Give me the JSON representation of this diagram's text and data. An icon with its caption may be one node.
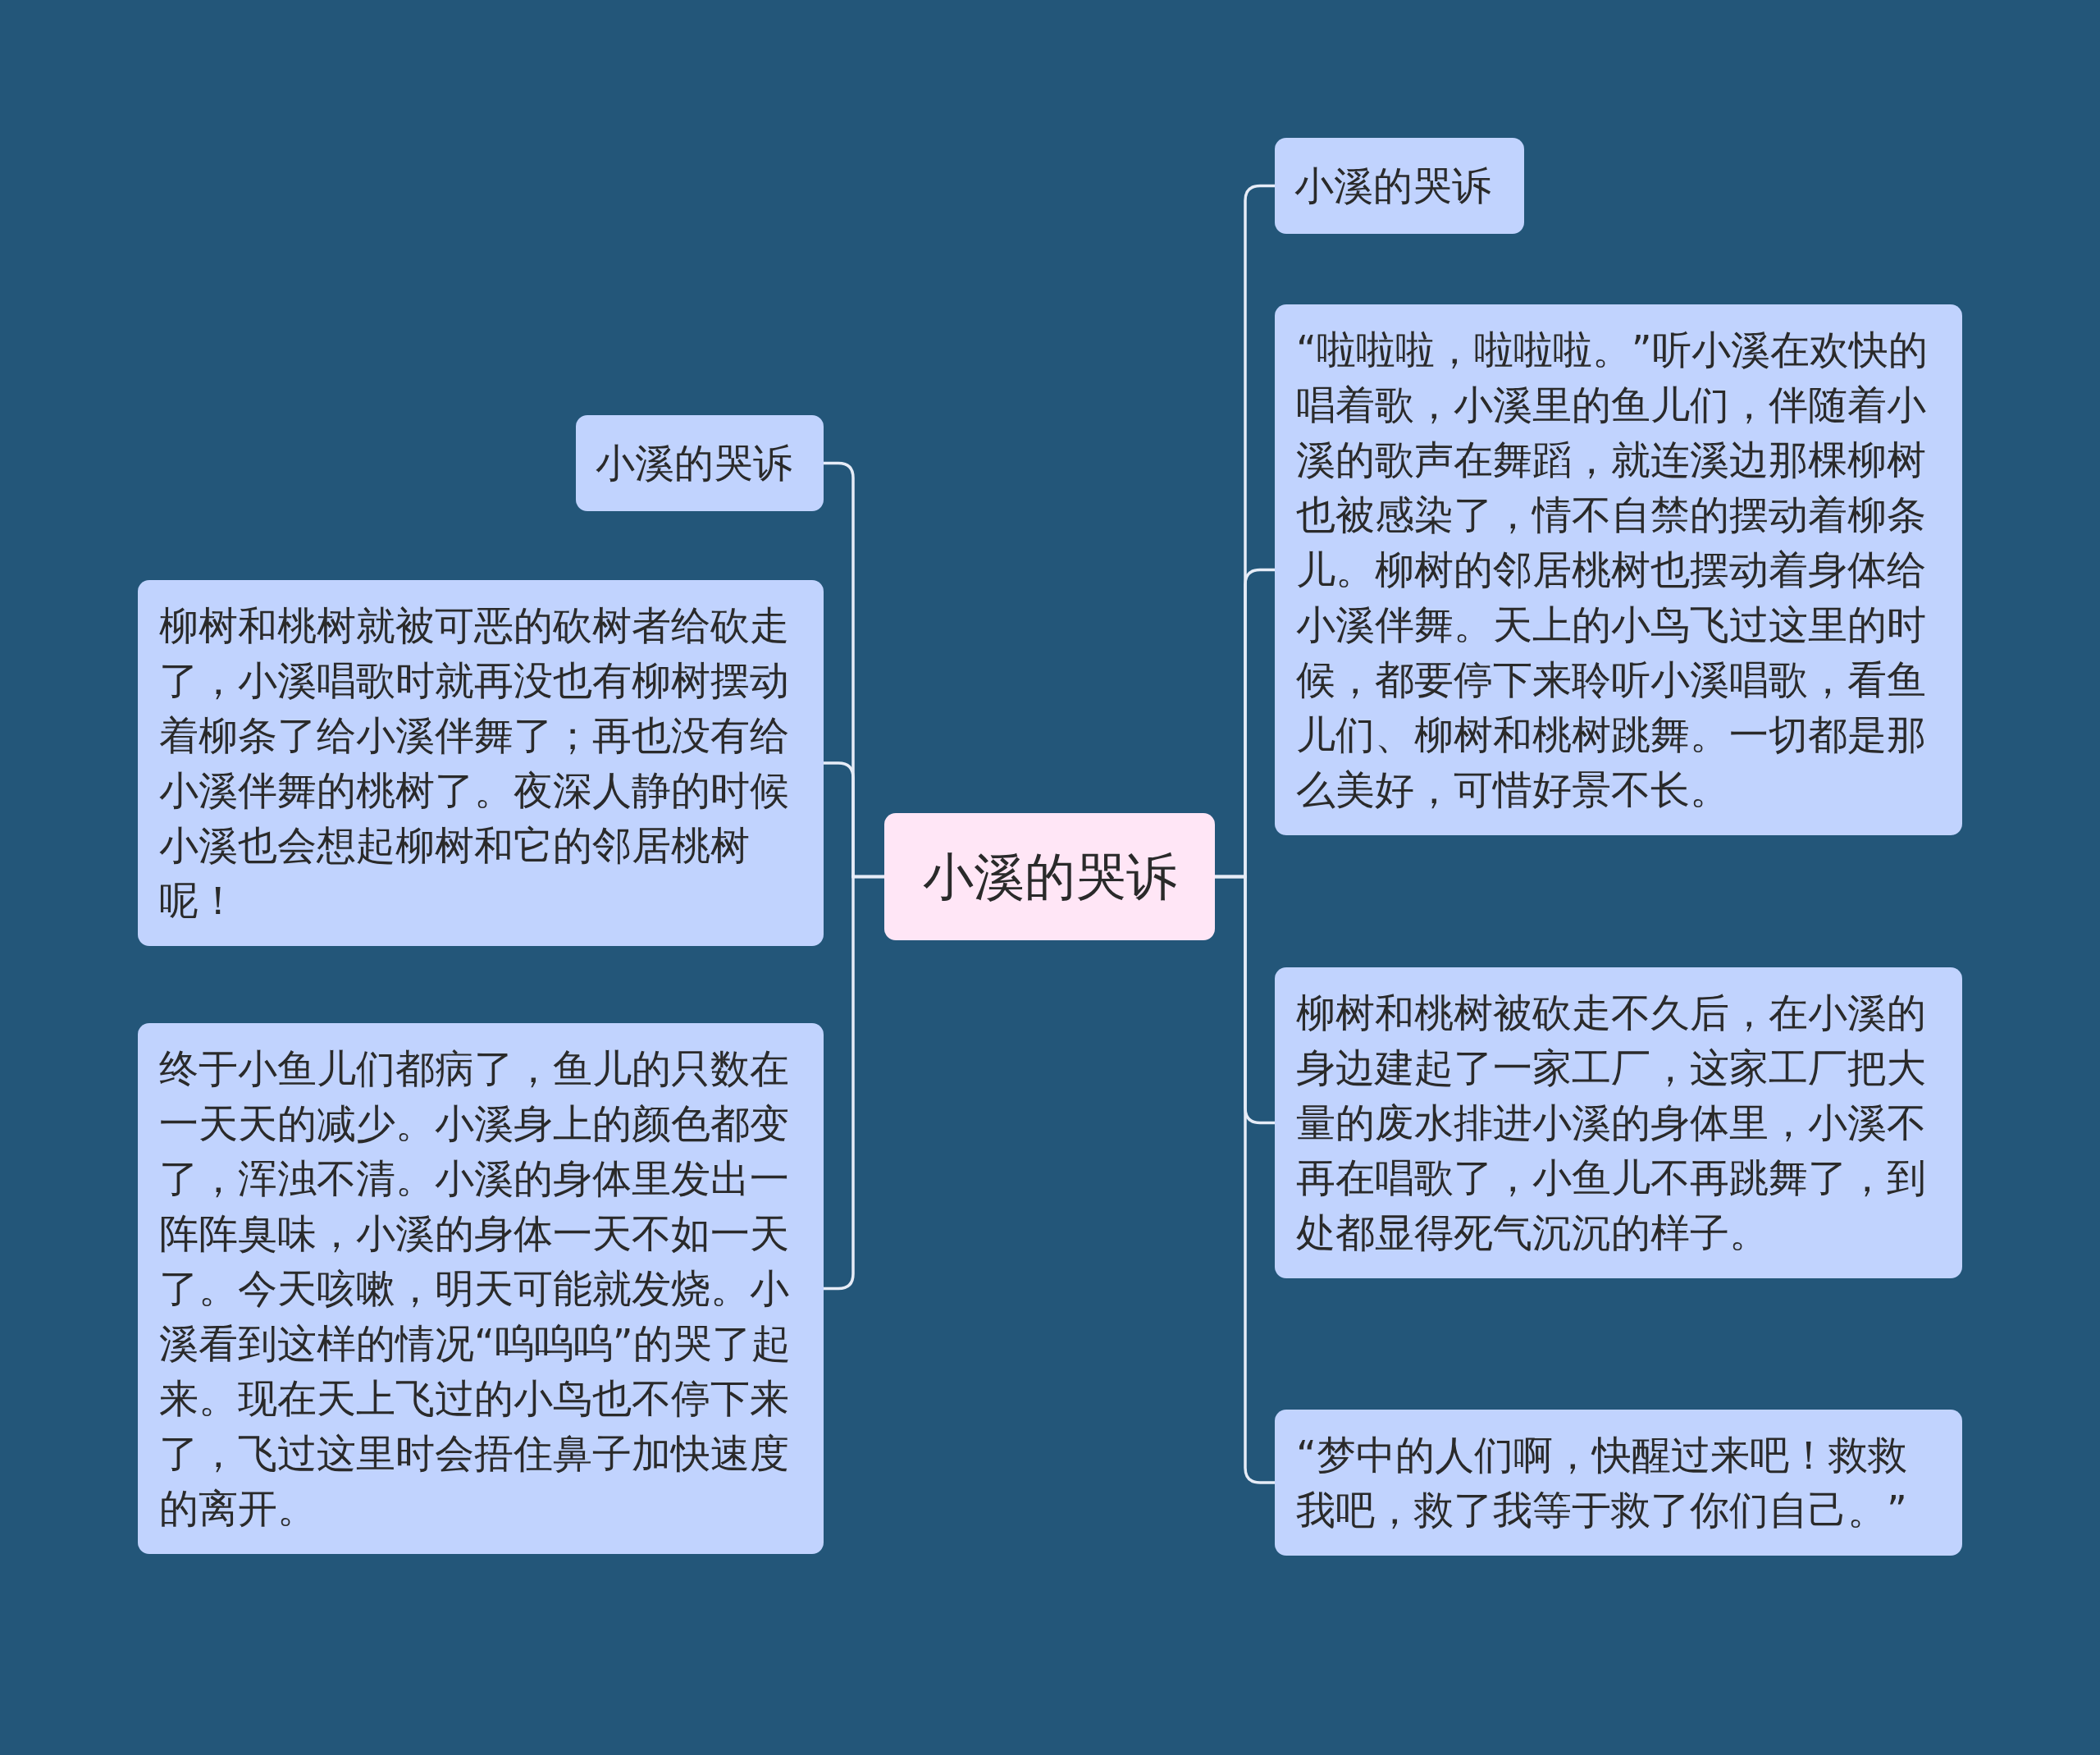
{
  "diagram": {
    "nodes": [
      {
        "text": [
          "小溪的哭诉"
        ]
      },
      {
        "text": [
          "小溪的哭诉"
        ]
      },
      {
        "text": [
          "“啦啦啦，啦啦啦。”听小溪在欢快的唱着歌，小溪里的鱼儿们，伴随着小溪的歌声在舞蹈，就连溪边那棵柳树也被感染了，情不自禁的摆动着柳条儿。柳树的邻居桃树也摆动着身体给小溪伴舞。天上的小鸟飞过这里的时候，都要停下来聆听小溪唱歌，看鱼儿们、柳树和桃树跳舞。一切都是那么美好，可惜好景不长。"
        ]
      },
      {
        "text": [
          "柳树和桃树被砍走不久后，在小溪的身边建起了一家工厂，这家工厂把大量的废水排进小溪的身体里，小溪不再在唱歌了，小鱼儿不再跳舞了，到处都显得死气沉沉的样子。"
        ]
      },
      {
        "text": [
          "“梦中的人们啊，快醒过来吧！救救我吧，救了我等于救了你们自己。”"
        ]
      },
      {
        "text": [
          "小溪的哭诉"
        ]
      },
      {
        "text": [
          "柳树和桃树就被可恶的砍树者给砍走了，小溪唱歌时就再没也有柳树摆动着柳条了给小溪伴舞了；再也没有给小溪伴舞的桃树了。夜深人静的时候小溪也会想起柳树和它的邻居桃树呢！"
        ]
      },
      {
        "text": [
          "终于小鱼儿们都病了，鱼儿的只数在一天天的减少。小溪身上的颜色都变了，浑浊不清。小溪的身体里发出一阵阵臭味，小溪的身体一天不如一天了。今天咳嗽，明天可能就发烧。小溪看到这样的情况“呜呜呜”的哭了起来。现在天上飞过的小鸟也不停下来了，飞过这里时会捂住鼻子加快速度的离开。"
        ]
      }
    ],
    "edges": [
      {
        "from": 0,
        "to": 1,
        "arrow": "none"
      },
      {
        "from": 0,
        "to": 2,
        "arrow": "none"
      },
      {
        "from": 0,
        "to": 3,
        "arrow": "none"
      },
      {
        "from": 0,
        "to": 4,
        "arrow": "none"
      },
      {
        "from": 0,
        "to": 5,
        "arrow": "none"
      },
      {
        "from": 0,
        "to": 6,
        "arrow": "none"
      },
      {
        "from": 0,
        "to": 7,
        "arrow": "none"
      }
    ]
  }
}
